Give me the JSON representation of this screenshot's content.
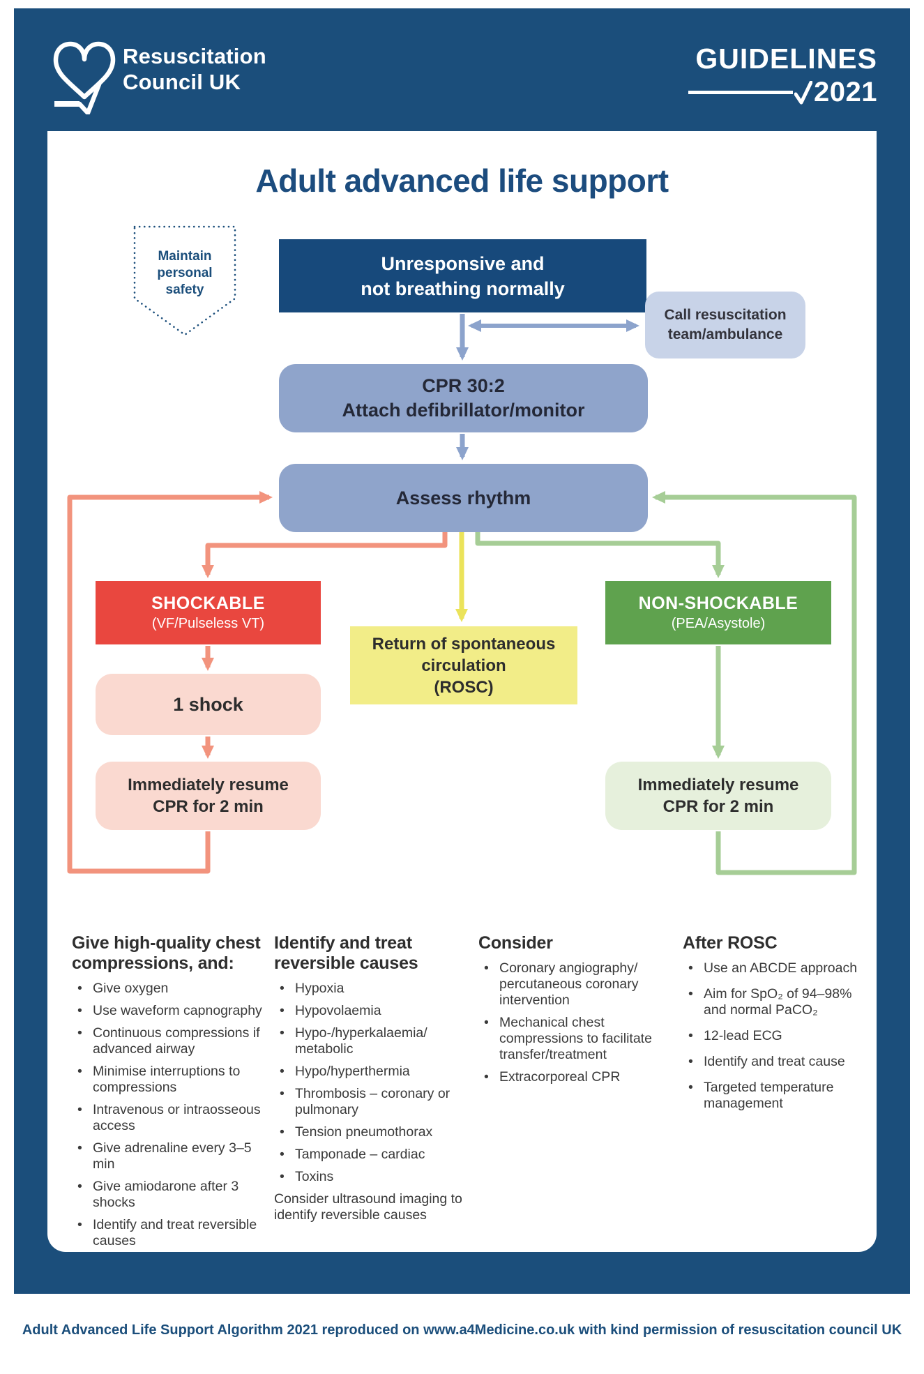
{
  "header": {
    "logo_text": "Resuscitation\nCouncil UK",
    "guidelines_label": "GUIDELINES",
    "guidelines_year": "2021"
  },
  "title": "Adult advanced life support",
  "flowchart": {
    "maintain_safety": "Maintain\npersonal\nsafety",
    "unresponsive": "Unresponsive and\nnot breathing normally",
    "call_team": "Call resuscitation\nteam/ambulance",
    "cpr": "CPR 30:2\nAttach defibrillator/monitor",
    "assess": "Assess rhythm",
    "shockable": {
      "title": "SHOCKABLE",
      "subtitle": "(VF/Pulseless VT)"
    },
    "nonshockable": {
      "title": "NON-SHOCKABLE",
      "subtitle": "(PEA/Asystole)"
    },
    "rosc": "Return of spontaneous\ncirculation\n(ROSC)",
    "one_shock": "1 shock",
    "resume_left": "Immediately resume\nCPR for 2 min",
    "resume_right": "Immediately resume\nCPR for 2 min"
  },
  "columns": [
    {
      "heading": "Give high-quality chest compressions, and:",
      "bullets": [
        "Give oxygen",
        "Use waveform capnography",
        "Continuous compressions if advanced airway",
        "Minimise interruptions to compressions",
        "Intravenous or intraosseous access",
        "Give adrenaline every 3–5 min",
        "Give amiodarone after 3 shocks",
        "Identify and treat reversible causes"
      ],
      "note": ""
    },
    {
      "heading": "Identify and treat reversible causes",
      "bullets": [
        "Hypoxia",
        "Hypovolaemia",
        "Hypo-/hyperkalaemia/ metabolic",
        "Hypo/hyperthermia",
        "Thrombosis – coronary or pulmonary",
        "Tension pneumothorax",
        "Tamponade – cardiac",
        "Toxins"
      ],
      "note": "Consider ultrasound imaging to identify reversible causes"
    },
    {
      "heading": "Consider",
      "bullets": [
        "Coronary angiography/ percutaneous coronary intervention",
        "Mechanical chest compressions to facilitate transfer/treatment",
        "Extracorporeal CPR"
      ],
      "note": ""
    },
    {
      "heading": "After ROSC",
      "bullets": [
        "Use an ABCDE approach",
        "Aim for SpO₂ of 94–98% and normal PaCO₂",
        "12-lead ECG",
        "Identify and treat cause",
        "Targeted temperature management"
      ],
      "note": ""
    }
  ],
  "footer": "Adult Advanced Life Support Algorithm 2021 reproduced on www.a4Medicine.co.uk with kind permission of resuscitation council UK",
  "colors": {
    "frame_navy": "#1B4E7B",
    "box_navy": "#17497B",
    "panel_blue": "#8FA4CB",
    "panel_blue_light": "#C8D3E8",
    "arrow_blue": "#8CA3CC",
    "red": "#E9473F",
    "salmon_arrow": "#F2937D",
    "pink": "#FAD9D0",
    "green": "#5FA24E",
    "green_arrow": "#A6CD96",
    "green_light": "#E6F0DC",
    "yellow": "#F2ED88",
    "yellow_arrow": "#EBE35A"
  }
}
